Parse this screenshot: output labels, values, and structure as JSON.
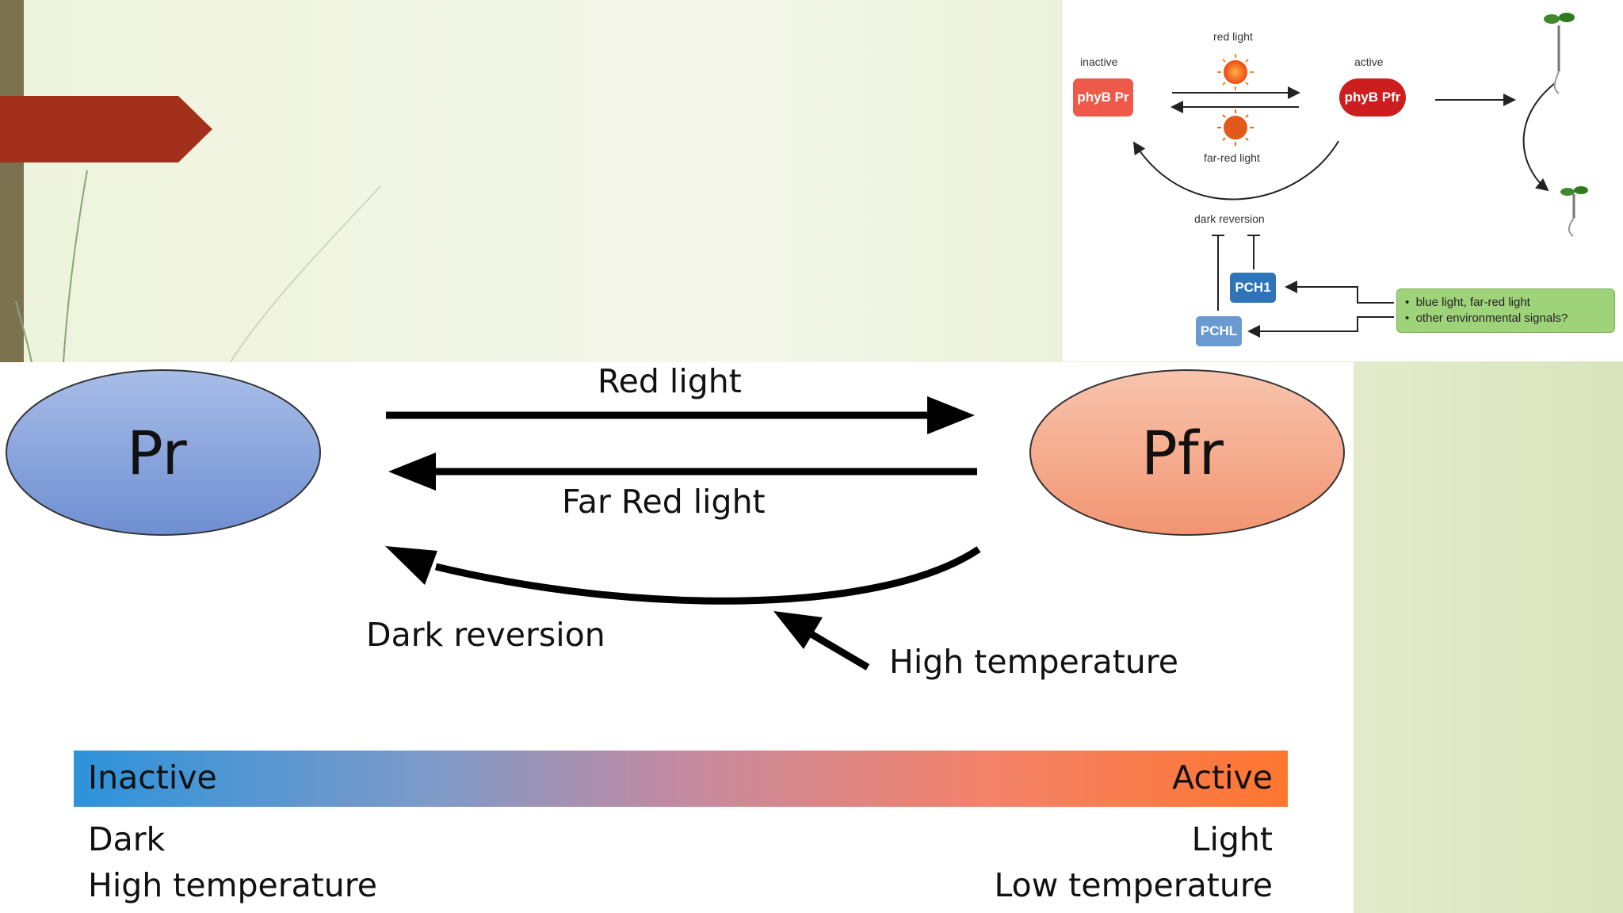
{
  "inset": {
    "label_inactive": "inactive",
    "label_active": "active",
    "label_red_light": "red light",
    "label_far_red_light": "far-red light",
    "label_dark_reversion": "dark reversion",
    "box_phyb_pr": "phyB Pr",
    "box_phyb_pfr": "phyB Pfr",
    "box_pch1": "PCH1",
    "box_pchl": "PCHL",
    "signals": [
      "blue light, far-red light",
      "other environmental signals?"
    ]
  },
  "main": {
    "node_pr": "Pr",
    "node_pfr": "Pfr",
    "label_red_light": "Red light",
    "label_far_red_light": "Far Red light",
    "label_dark_reversion": "Dark reversion",
    "label_high_temperature": "High temperature",
    "bar_inactive": "Inactive",
    "bar_active": "Active",
    "left_conditions": [
      "Dark",
      "High temperature"
    ],
    "right_conditions": [
      "Light",
      "Low temperature"
    ]
  },
  "colors": {
    "banner": "#a3301a",
    "pr_fill": "#7f9ad6",
    "pfr_fill": "#f4a182",
    "bar_start": "#3a8fd6",
    "bar_end": "#ff7a32",
    "phyb_pr": "#ee5a4a",
    "phyb_pfr": "#cc1e1e",
    "pch1": "#2f73b8",
    "pchl": "#6a9ad0",
    "signals_box": "#9fd37a"
  }
}
